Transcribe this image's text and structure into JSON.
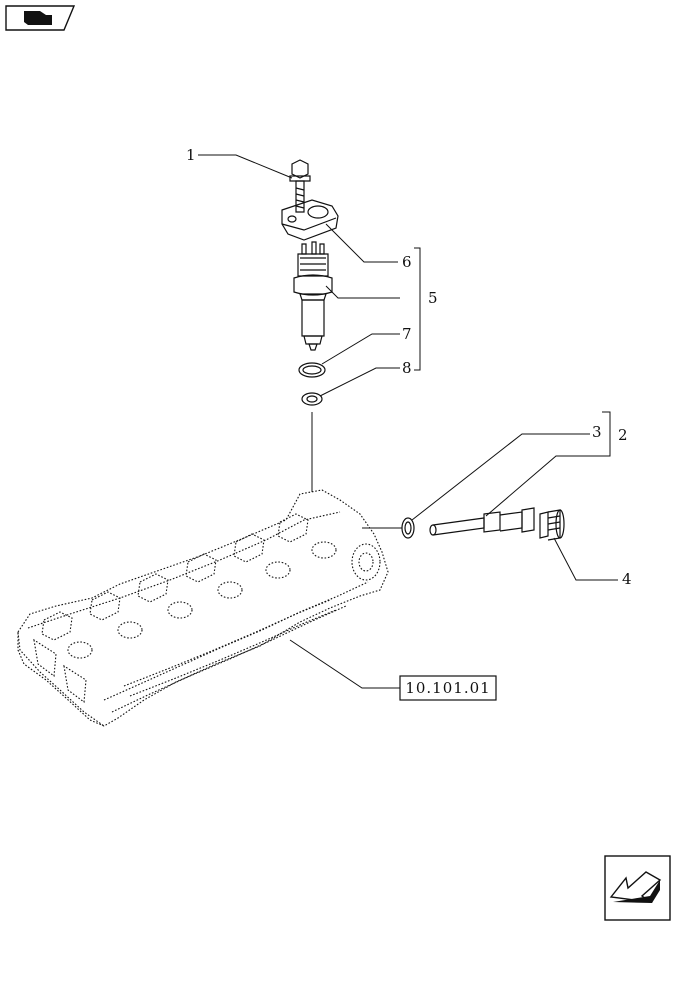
{
  "diagram": {
    "callouts": [
      {
        "id": "c1",
        "label": "1"
      },
      {
        "id": "c2",
        "label": "2"
      },
      {
        "id": "c3",
        "label": "3"
      },
      {
        "id": "c4",
        "label": "4"
      },
      {
        "id": "c5",
        "label": "5"
      },
      {
        "id": "c6",
        "label": "6"
      },
      {
        "id": "c7",
        "label": "7"
      },
      {
        "id": "c8",
        "label": "8"
      }
    ],
    "reference_box": "10.101.01",
    "icons": {
      "top_left": "book-arrow-icon",
      "bottom_right": "back-arrow-icon"
    }
  }
}
